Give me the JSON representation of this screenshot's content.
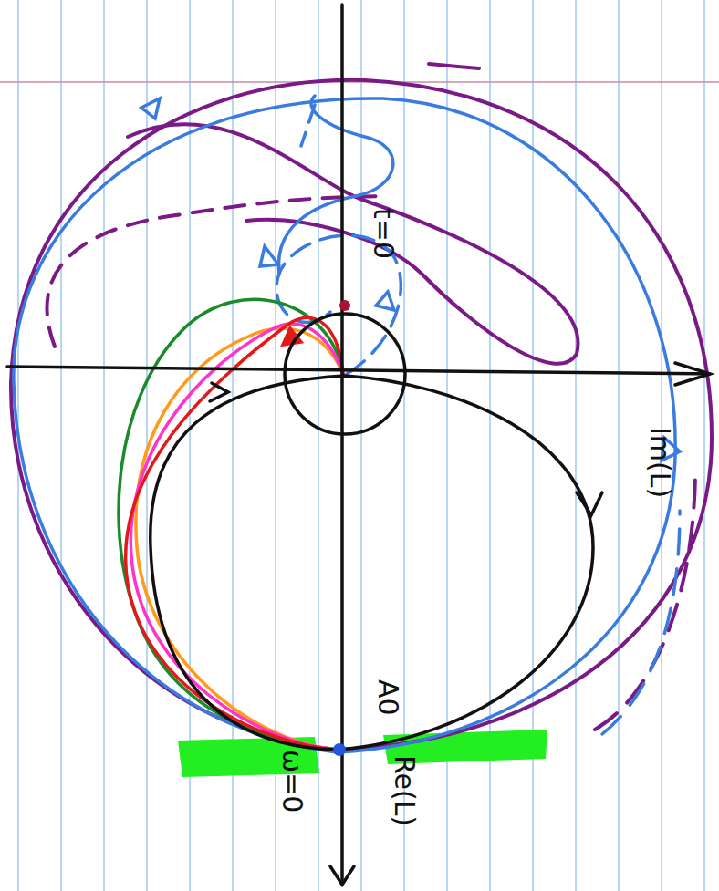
{
  "diagram": {
    "labels": [
      "t=0",
      "Im(L)",
      "A0",
      "Re(L)",
      "ω=0"
    ]
  }
}
